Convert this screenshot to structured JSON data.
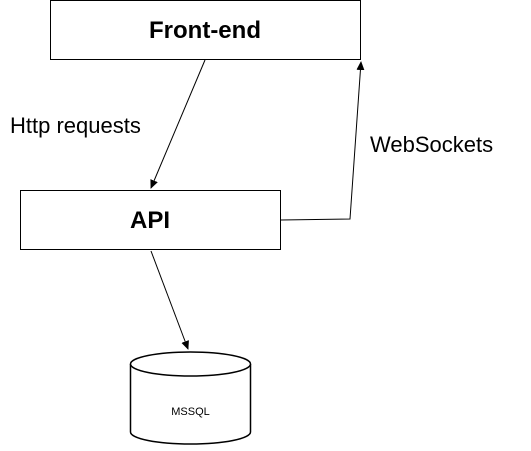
{
  "nodes": {
    "frontend": {
      "label": "Front-end"
    },
    "api": {
      "label": "API"
    },
    "database": {
      "label": "MSSQL"
    }
  },
  "edges": {
    "http": {
      "label": "Http requests"
    },
    "websockets": {
      "label": "WebSockets"
    }
  },
  "colors": {
    "stroke": "#000000",
    "fill": "#ffffff",
    "text": "#000000"
  }
}
